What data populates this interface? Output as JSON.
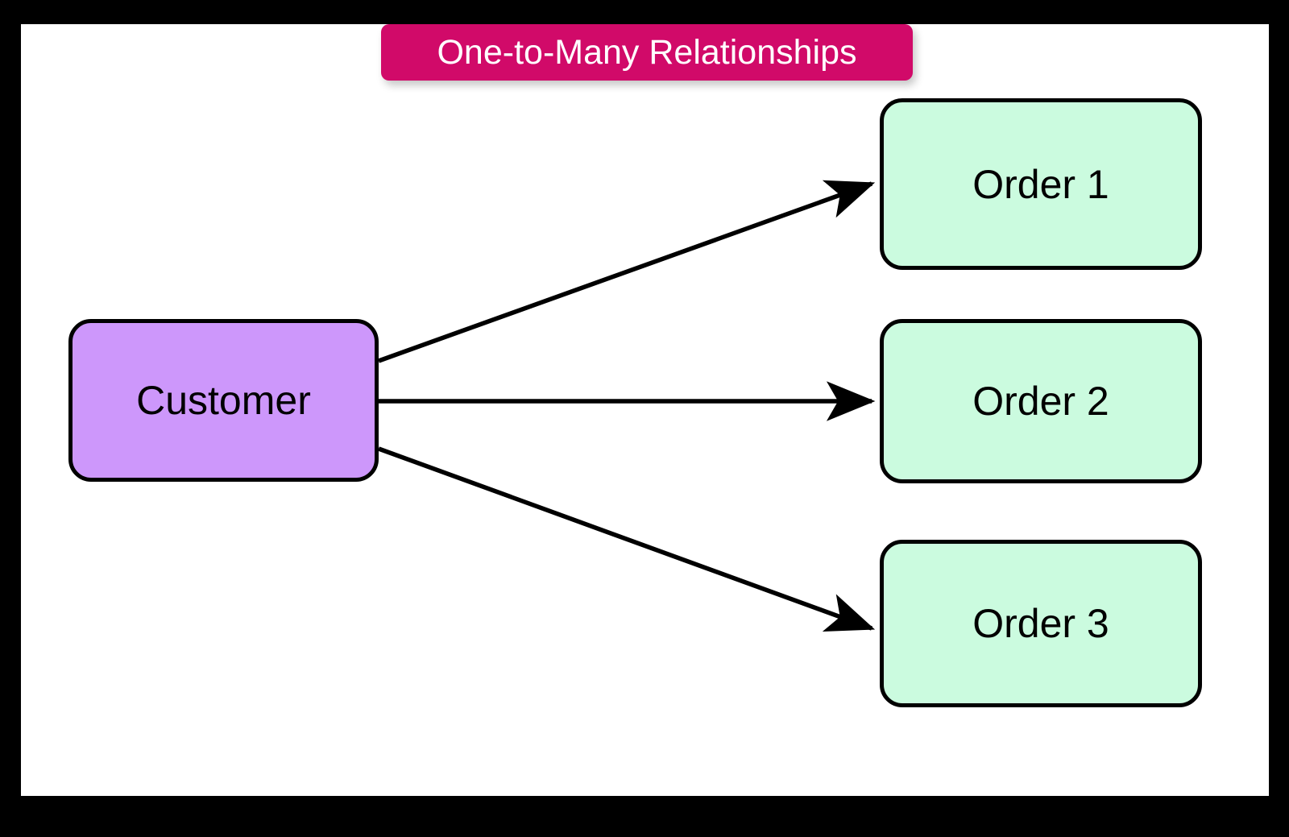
{
  "diagram": {
    "title": "One-to-Many Relationships",
    "frame": {
      "border_color": "#000000",
      "canvas_color": "#ffffff"
    },
    "title_banner": {
      "background_color": "#d10a69",
      "text_color": "#ffffff"
    },
    "nodes": [
      {
        "id": "customer",
        "label": "Customer",
        "role": "one-side-entity",
        "fill_color": "#cd97fb",
        "border_color": "#000000",
        "text_color": "#000000"
      },
      {
        "id": "order-1",
        "label": "Order 1",
        "role": "many-side-entity",
        "fill_color": "#cbfbdf",
        "border_color": "#000000",
        "text_color": "#000000"
      },
      {
        "id": "order-2",
        "label": "Order 2",
        "role": "many-side-entity",
        "fill_color": "#cbfbdf",
        "border_color": "#000000",
        "text_color": "#000000"
      },
      {
        "id": "order-3",
        "label": "Order 3",
        "role": "many-side-entity",
        "fill_color": "#cbfbdf",
        "border_color": "#000000",
        "text_color": "#000000"
      }
    ],
    "edges": [
      {
        "id": "edge-customer-order-1",
        "from": "customer",
        "to": "order-1",
        "label": "",
        "arrow": "single",
        "color": "#000000"
      },
      {
        "id": "edge-customer-order-2",
        "from": "customer",
        "to": "order-2",
        "label": "",
        "arrow": "single",
        "color": "#000000"
      },
      {
        "id": "edge-customer-order-3",
        "from": "customer",
        "to": "order-3",
        "label": "",
        "arrow": "single",
        "color": "#000000"
      }
    ]
  }
}
